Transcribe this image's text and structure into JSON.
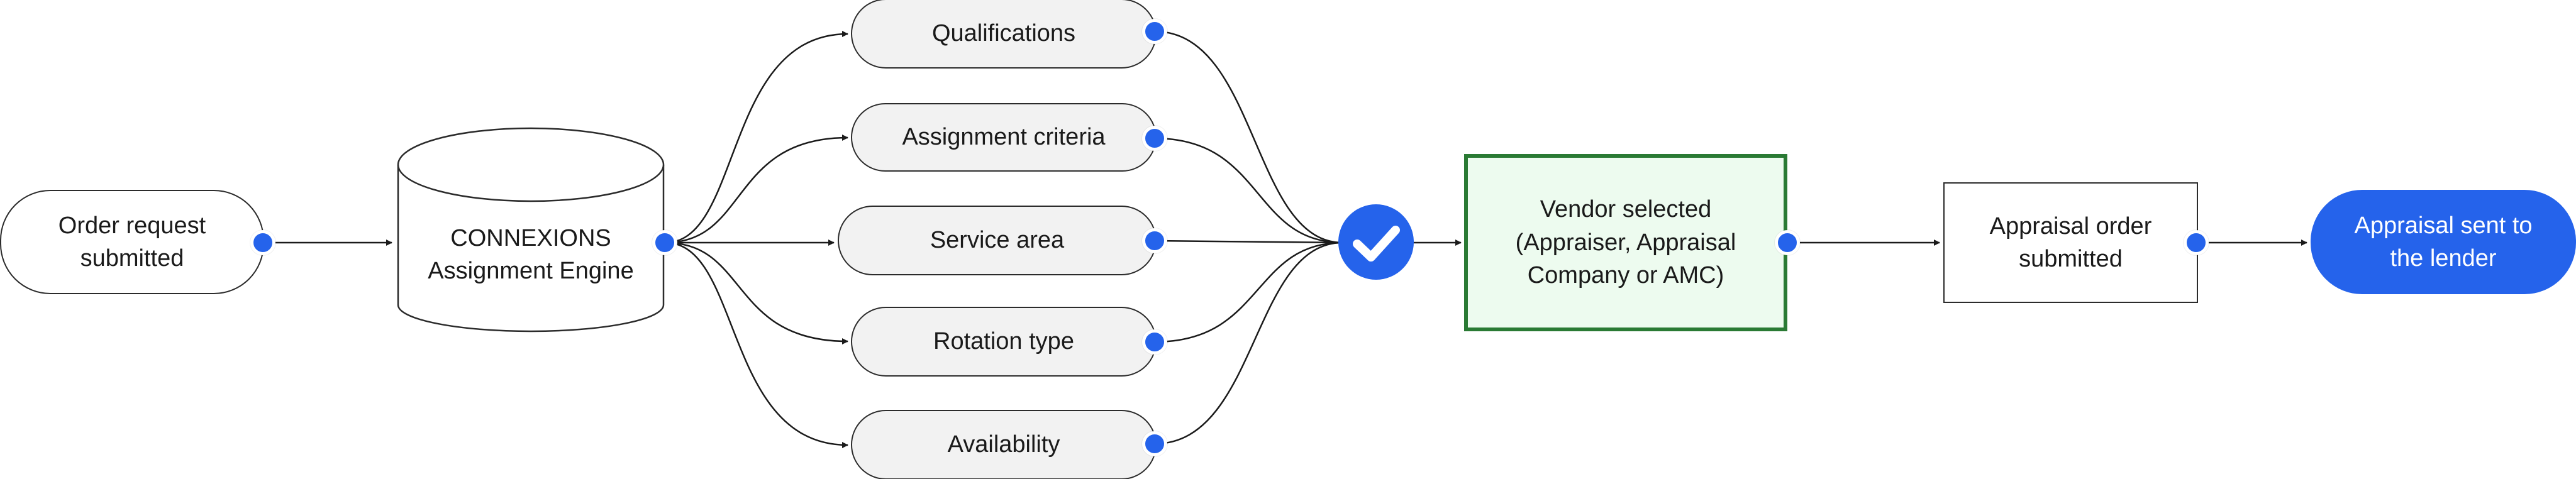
{
  "nodes": {
    "order_request": "Order request\nsubmitted",
    "engine": "CONNEXIONS\nAssignment Engine",
    "qualifications": "Qualifications",
    "assignment_criteria": "Assignment criteria",
    "service_area": "Service area",
    "rotation_type": "Rotation type",
    "availability": "Availability",
    "vendor": "Vendor selected\n(Appraiser, Appraisal\nCompany or AMC)",
    "appraisal_order": "Appraisal order\nsubmitted",
    "final": "Appraisal sent to\nthe lender"
  },
  "colors": {
    "accent_blue": "#2563eb",
    "vendor_fill": "#edfbef",
    "vendor_border": "#2a7a34",
    "criteria_fill": "#f2f2f2",
    "line": "#1a1a1a"
  },
  "icons": {
    "decision": "checkmark-icon",
    "connector": "connector-dot-icon"
  }
}
